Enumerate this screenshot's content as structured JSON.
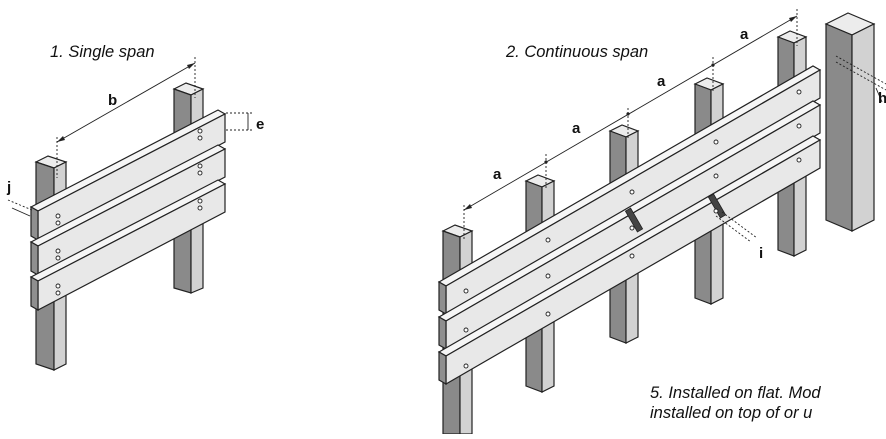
{
  "captions": {
    "single_span": "1. Single span",
    "continuous_span": "2. Continuous span",
    "installed_line1": "5. Installed on flat. Mod",
    "installed_line2": "installed on top of or u"
  },
  "dimensions": {
    "b": "b",
    "e": "e",
    "j": "j",
    "a": "a",
    "i": "i",
    "h": "h"
  }
}
